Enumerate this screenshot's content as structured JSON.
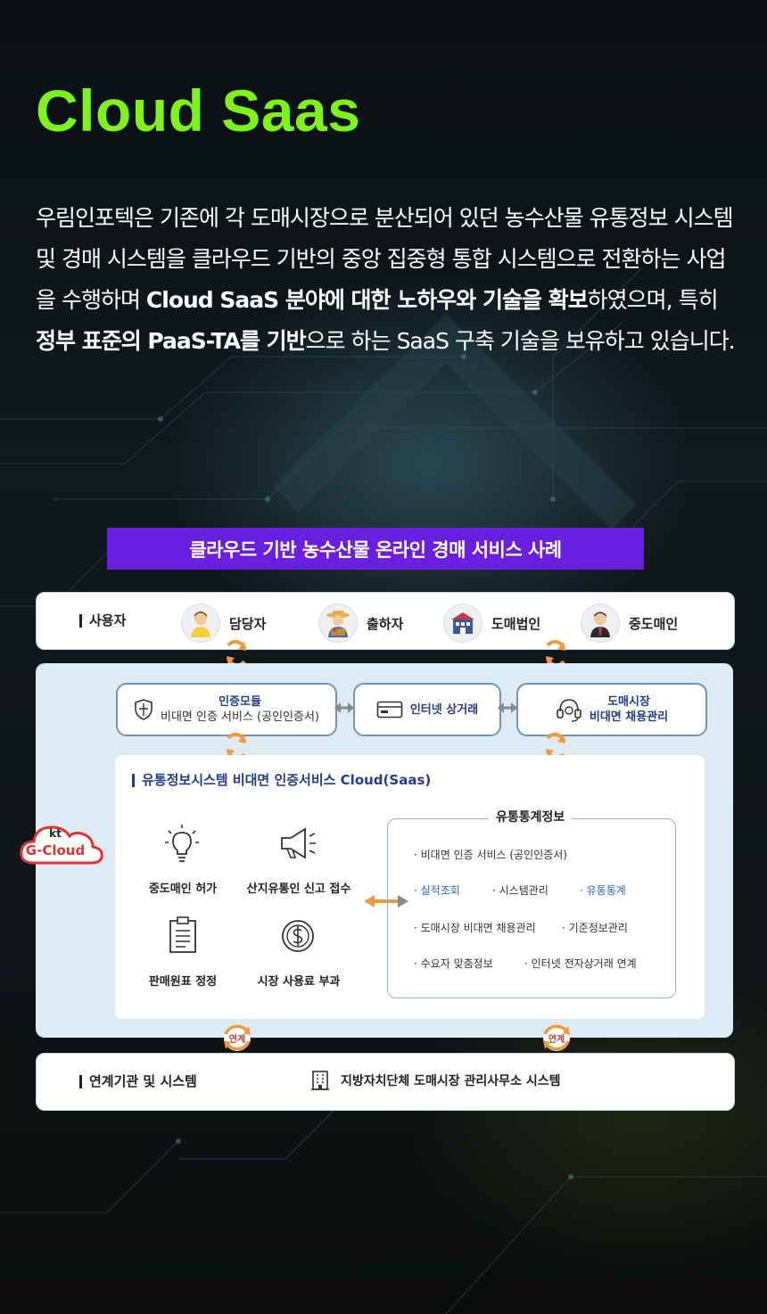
{
  "title": "Cloud Saas",
  "intro": {
    "p1": "우림인포텍은 기존에 각 도매시장으로 분산되어 있던  농수산물 유통정보 시스템 및 경매 시스템을  클라우드 기반의 중앙 집중형 통합 시스템으로  전환하는 사업을 수행하며 ",
    "b1": "Cloud SaaS 분야에  대한 노하우와 기술을 확보",
    "p2": "하였으며, 특히 ",
    "b2": "정부 표준의 PaaS-TA를 기반",
    "p3": "으로 하는  SaaS 구축 기술을 보유하고 있습니다."
  },
  "diagram": {
    "banner": "클라우드 기반 농수산물 온라인 경매 서비스 사례",
    "users": {
      "label": "사용자",
      "actors": [
        "담당자",
        "출하자",
        "도매법인",
        "중도매인"
      ]
    },
    "modules": {
      "auth_title": "인증모듈",
      "auth_sub": "비대면 인증 서비스 (공인인증서)",
      "commerce": "인터넷 상거래",
      "mgmt_title": "도매시장",
      "mgmt_sub": "비대면 채용관리"
    },
    "inner_title": "유통정보시스템 비대면 인증서비스 Cloud(Saas)",
    "functions": [
      "중도매인 허가",
      "산지유통인 신고 접수",
      "판매원표 정정",
      "시장 사용료 부과"
    ],
    "stats": {
      "title": "유통통계정보",
      "items": [
        "· 비대면 인증 서비스 (공인인증서)",
        "· 실적조회",
        "· 시스템관리",
        "· 유통통계",
        "· 도매시장 비대면 채용관리",
        "· 기준정보관리",
        "· 수요자 맞춤정보",
        "· 인터넷 전자상거래 연계"
      ]
    },
    "cloud_logo": {
      "kt": "kt",
      "name": "G-Cloud"
    },
    "link_label": "연계",
    "bottom": {
      "label": "연계기관 및 시스템",
      "item": "지방자치단체 도매시장 관리사무소 시스템"
    },
    "colors": {
      "accent": "#7ff21a",
      "banner": "#6a1fe0",
      "navy": "#233d8c",
      "arrow": "#f29a3a",
      "cloud_red": "#e2322e"
    }
  }
}
